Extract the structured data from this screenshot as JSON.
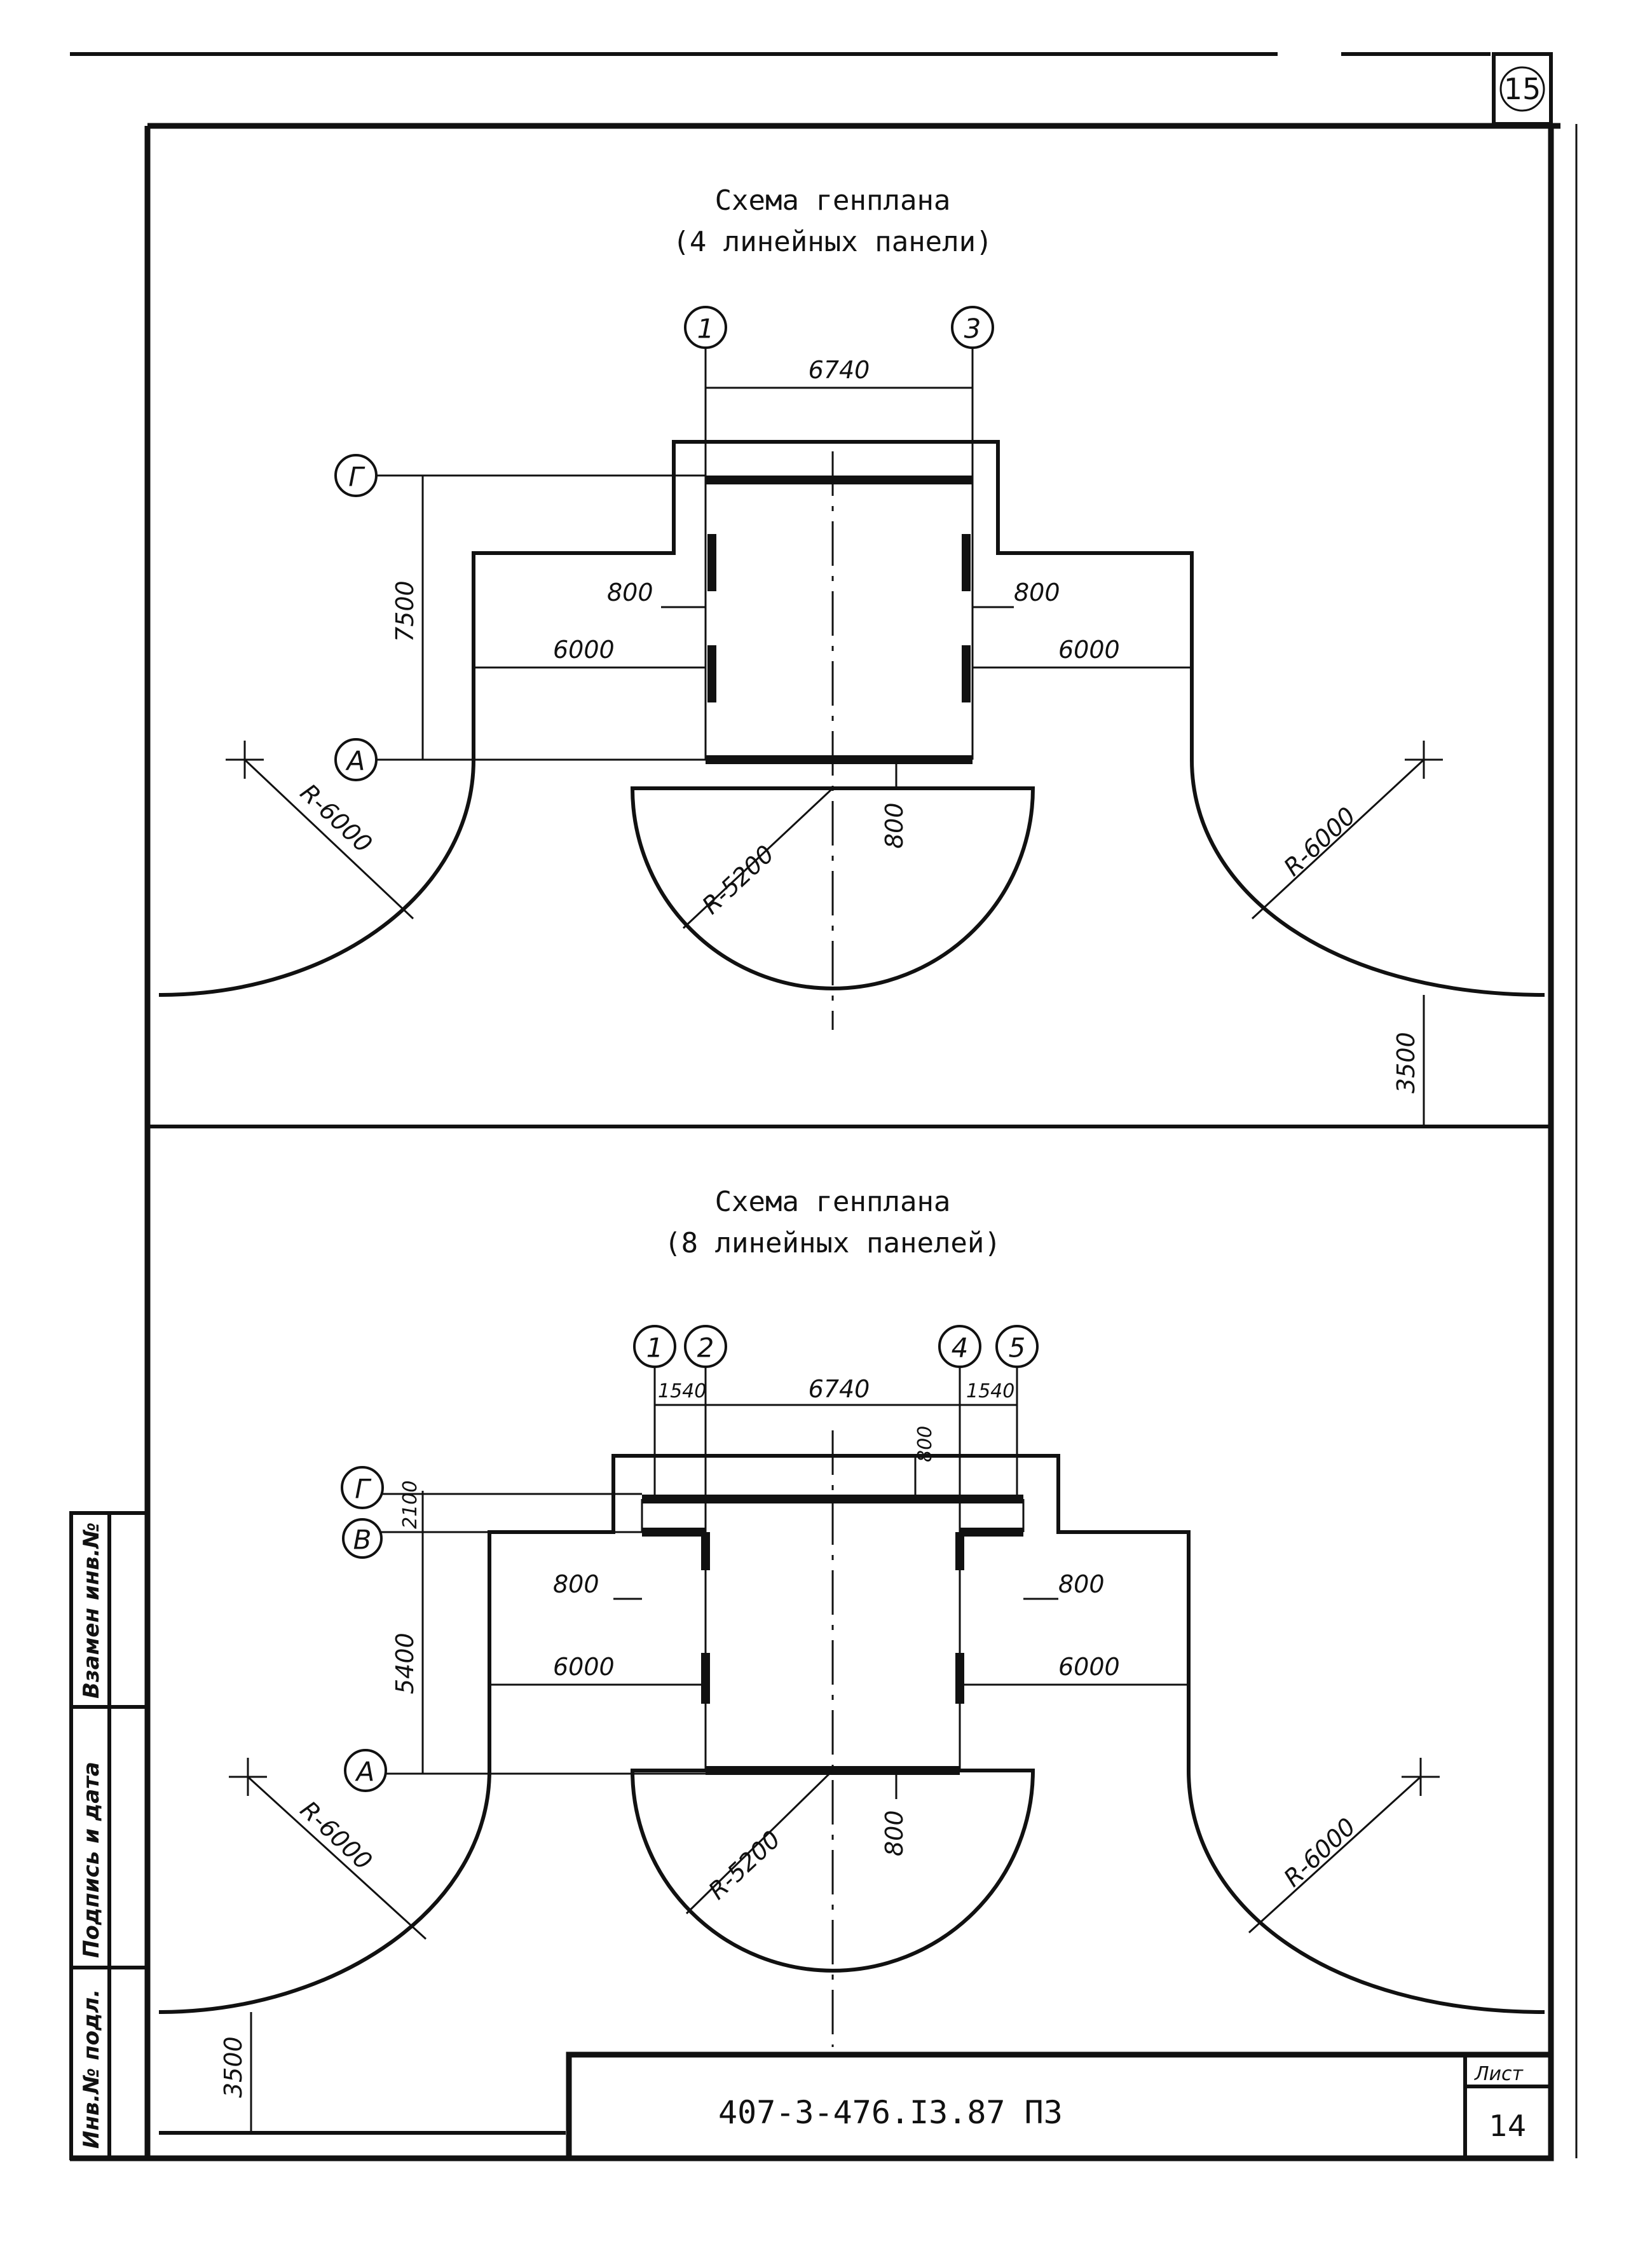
{
  "sheet_number": "15",
  "top_scheme": {
    "title_line1": "Схема генплана",
    "title_line2": "(4 линейных панели)",
    "axes": [
      "1",
      "3",
      "Г",
      "А"
    ],
    "dims": {
      "width": "6740",
      "height": "7500",
      "offset_left": "800",
      "offset_right": "800",
      "apron_left": "6000",
      "apron_right": "6000",
      "gap_center": "800",
      "radius_left": "R-6000",
      "radius_center": "R-5200",
      "radius_right": "R-6000",
      "road": "3500"
    }
  },
  "bottom_scheme": {
    "title_line1": "Схема генплана",
    "title_line2": "(8 линейных панелей)",
    "axes": [
      "1",
      "2",
      "4",
      "5",
      "Г",
      "В",
      "А"
    ],
    "dims": {
      "width": "6740",
      "left_bay": "1540",
      "right_bay": "1540",
      "top_gap": "800",
      "height_top": "2100",
      "height_main": "5400",
      "offset_left": "800",
      "offset_right": "800",
      "apron_left": "6000",
      "apron_right": "6000",
      "gap_center": "800",
      "radius_left": "R-6000",
      "radius_center": "R-5200",
      "radius_right": "R-6000",
      "road": "3500"
    }
  },
  "side_stamp": [
    "Инв.№ подл.",
    "Подпись и дата",
    "Взамен инв.№"
  ],
  "title_block": {
    "code": "407-3-476.I3.87   ПЗ",
    "sheet_label": "Лист",
    "sheet_no": "14"
  }
}
